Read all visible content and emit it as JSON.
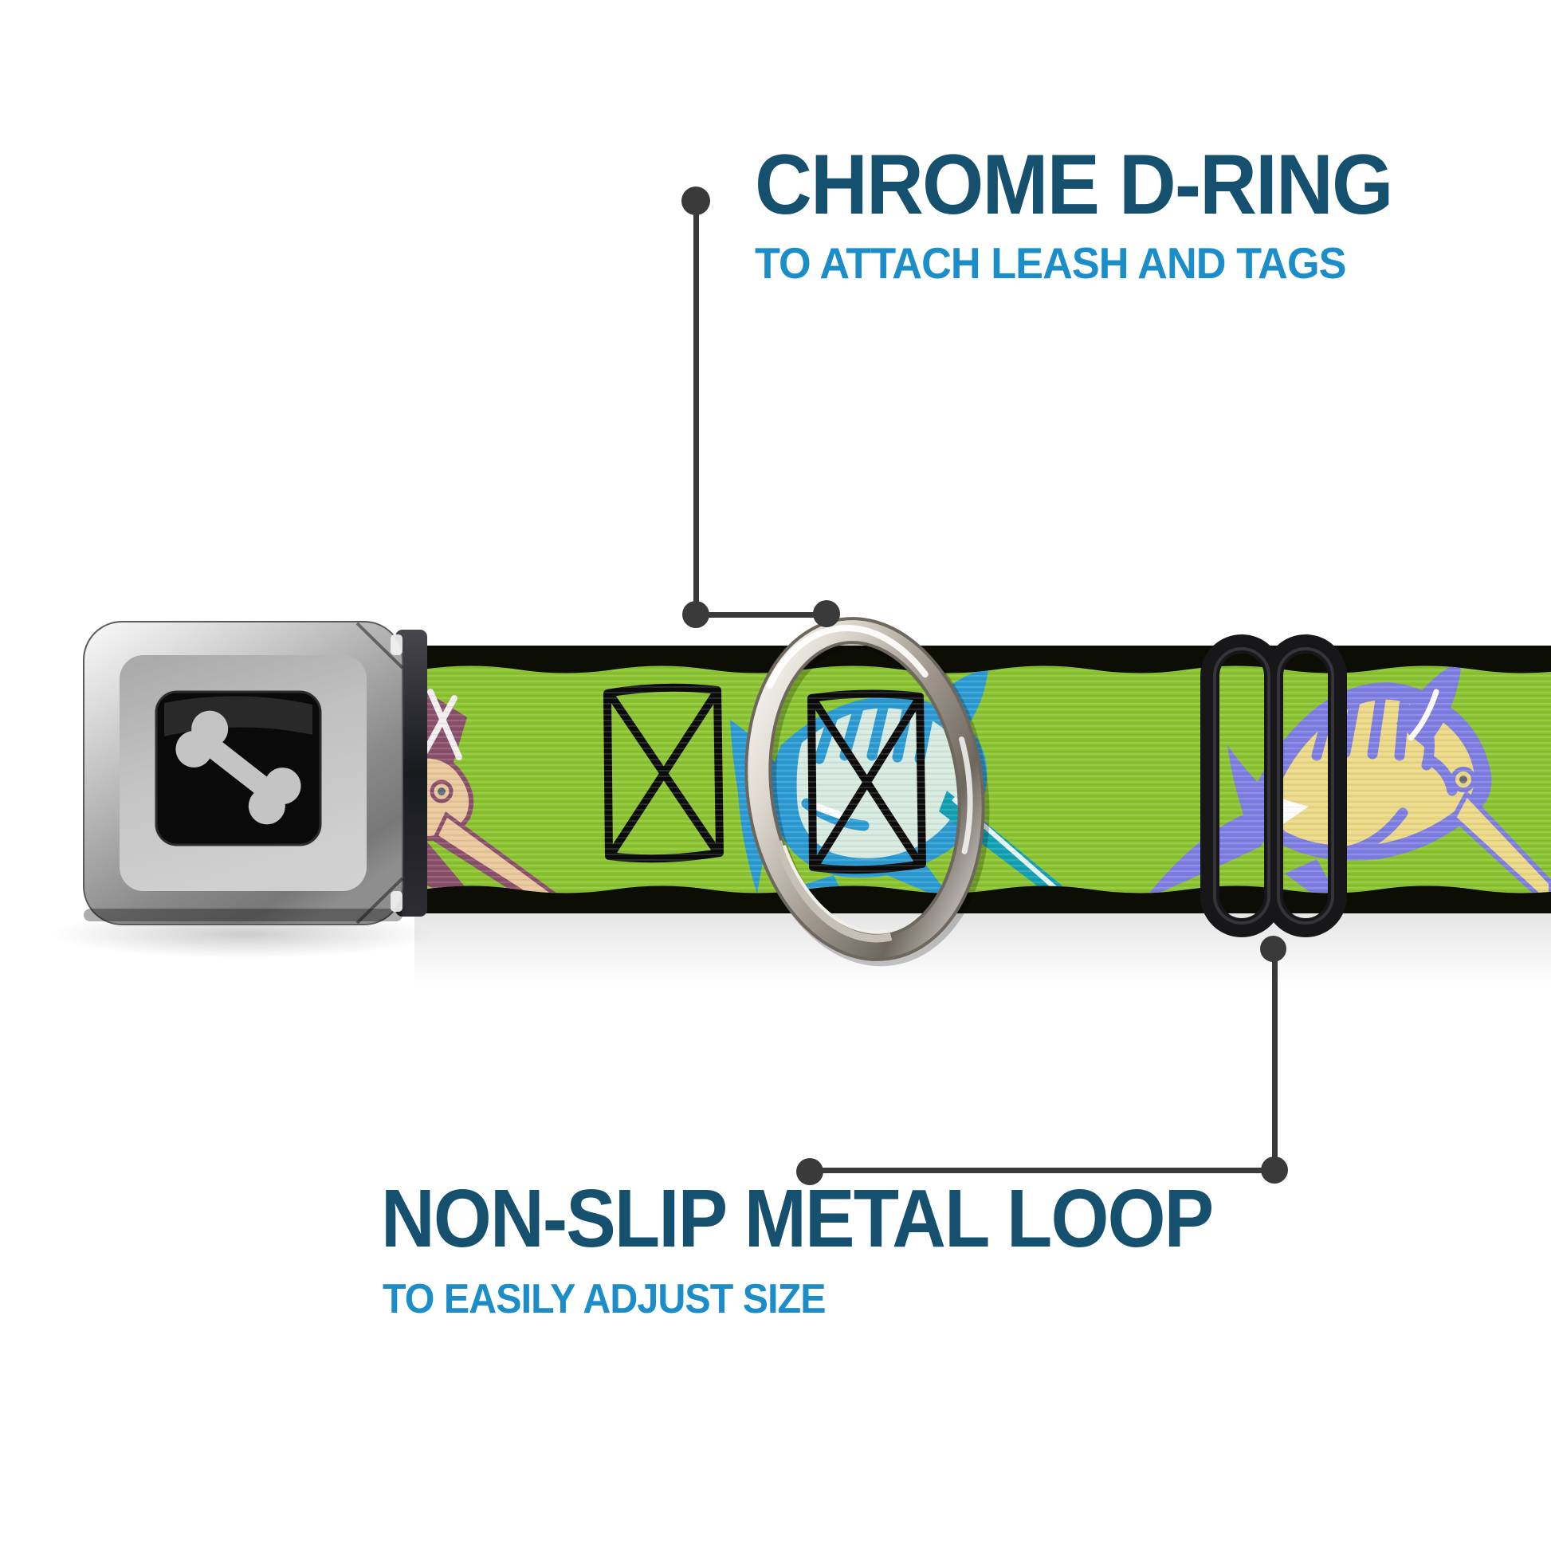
{
  "callouts": {
    "d_ring": {
      "title": "CHROME D-RING",
      "subtitle": "TO ATTACH LEASH AND TAGS"
    },
    "metal_loop": {
      "title": "NON-SLIP METAL LOOP",
      "subtitle": "TO EASILY ADJUST SIZE"
    }
  },
  "icons": {
    "buckle_center": "dog-bone-icon",
    "webbing_pattern": "marlin-fish-icon",
    "stitching": "box-x-stitch"
  },
  "colors": {
    "title_navy": "#15506e",
    "subtitle_blue": "#1b8dc8",
    "callout_gray": "#3a3a3a",
    "strap_green": "#8bc430",
    "strap_edge_black": "#0c0e06",
    "chrome_light": "#f5f5f5",
    "chrome_dark": "#787878",
    "loop_black": "#17171a",
    "bone_gray": "#c4c4c4",
    "fish_blue": "#2a9ad2",
    "fish_mint": "#d7eadf",
    "fish_teal": "#12a0b5",
    "fish_purple": "#7e7ee2",
    "fish_yellow": "#ecd986",
    "fish_tan": "#e9c89b",
    "fish_plum": "#8a4f6b",
    "background": "#ffffff"
  }
}
